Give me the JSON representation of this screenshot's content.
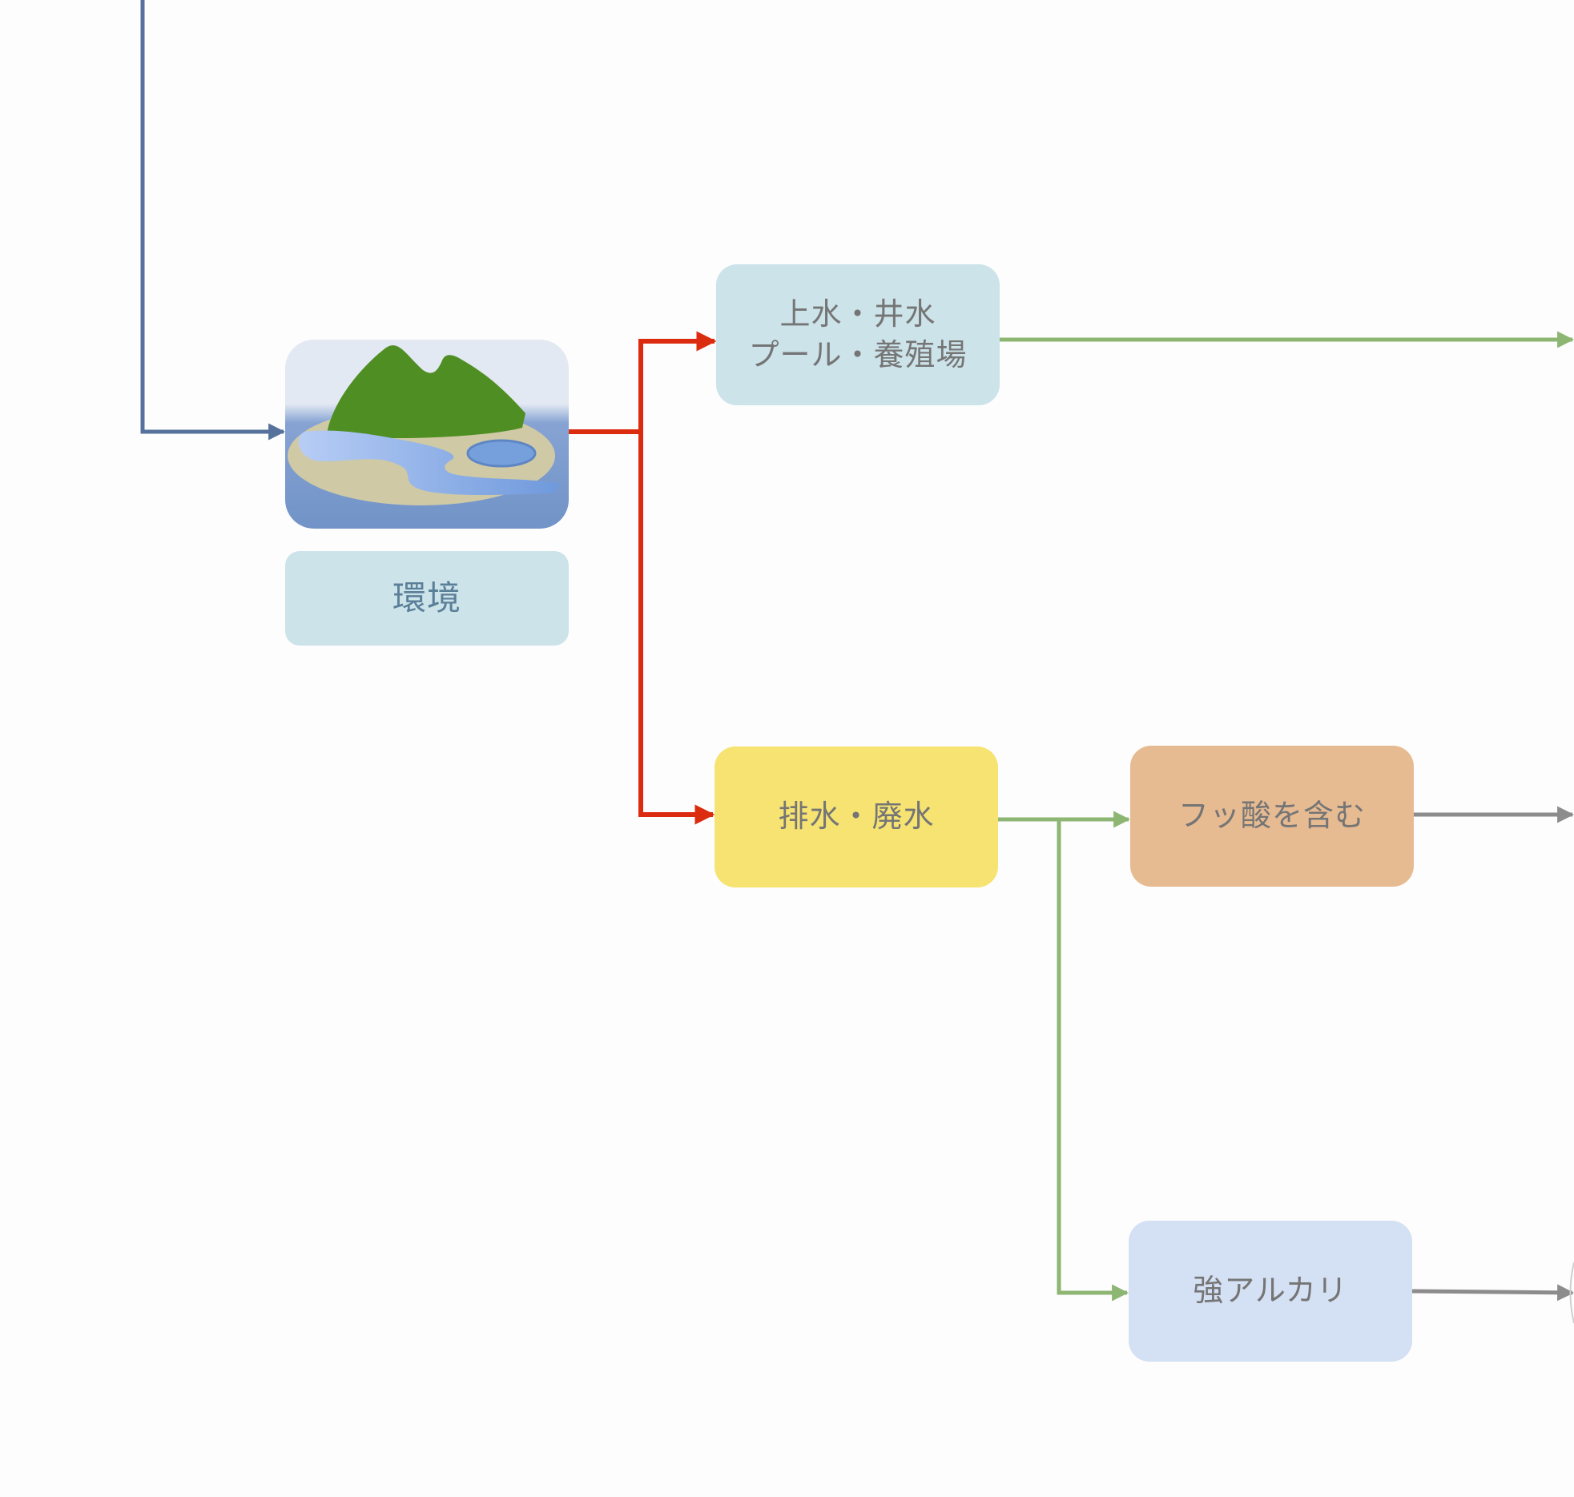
{
  "diagram": {
    "environment": {
      "illustration": "island-landscape-icon",
      "label": "環境"
    },
    "nodes": {
      "clean_water": {
        "line1": "上水・井水",
        "line2": "プール・養殖場",
        "color": "#cce3ea"
      },
      "wastewater": {
        "label": "排水・廃水",
        "color": "#f6e372"
      },
      "hydrofluoric": {
        "label": "フッ酸を含む",
        "color": "#e7bb92"
      },
      "strong_alkali": {
        "label": "強アルカリ",
        "color": "#d4e0f3"
      }
    },
    "connector_colors": {
      "incoming": "#56719b",
      "environment_branch": "#dc2c10",
      "wastewater_branch": "#8db673",
      "outgoing": "#8c8c8c"
    }
  }
}
